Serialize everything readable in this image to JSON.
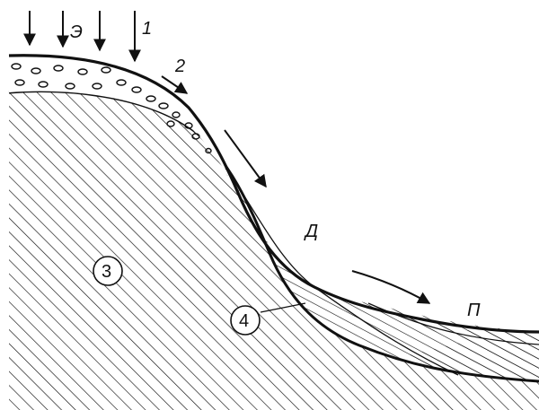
{
  "labels": {
    "eluvium": "Э",
    "deluvium": "Д",
    "proluvium": "П",
    "n1": "1",
    "n2": "2",
    "n3": "3",
    "n4": "4"
  },
  "colors": {
    "ink": "#111111",
    "paper": "#ffffff"
  }
}
